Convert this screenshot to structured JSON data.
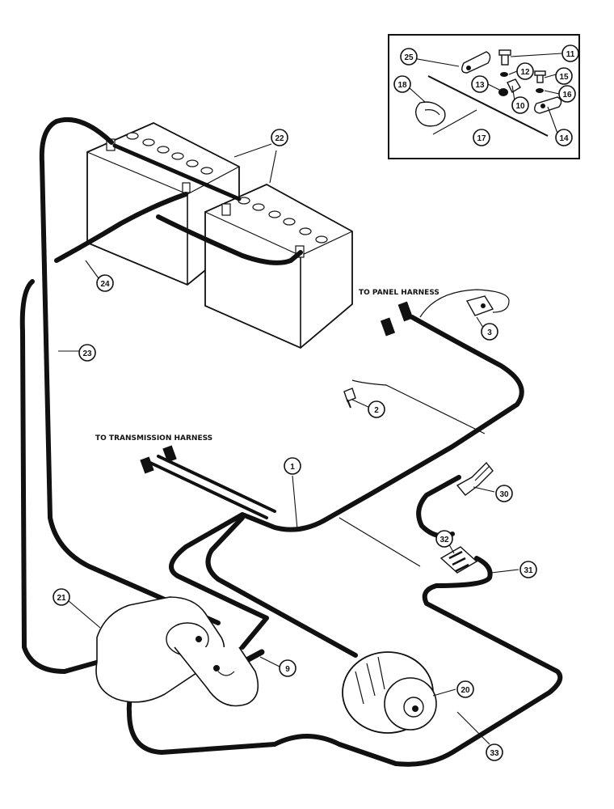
{
  "labels": {
    "panel_harness": "TO PANEL HARNESS",
    "transmission_harness": "TO TRANSMISSION HARNESS"
  },
  "callouts": {
    "c1": "1",
    "c2": "2",
    "c3": "3",
    "c9": "9",
    "c10": "10",
    "c11": "11",
    "c12": "12",
    "c13": "13",
    "c14": "14",
    "c15": "15",
    "c16": "16",
    "c17": "17",
    "c18": "18",
    "c20": "20",
    "c21": "21",
    "c22": "22",
    "c23": "23",
    "c24": "24",
    "c25": "25",
    "c30": "30",
    "c31": "31",
    "c32": "32",
    "c33": "33"
  },
  "colors": {
    "ink": "#111111",
    "paper": "#ffffff"
  }
}
